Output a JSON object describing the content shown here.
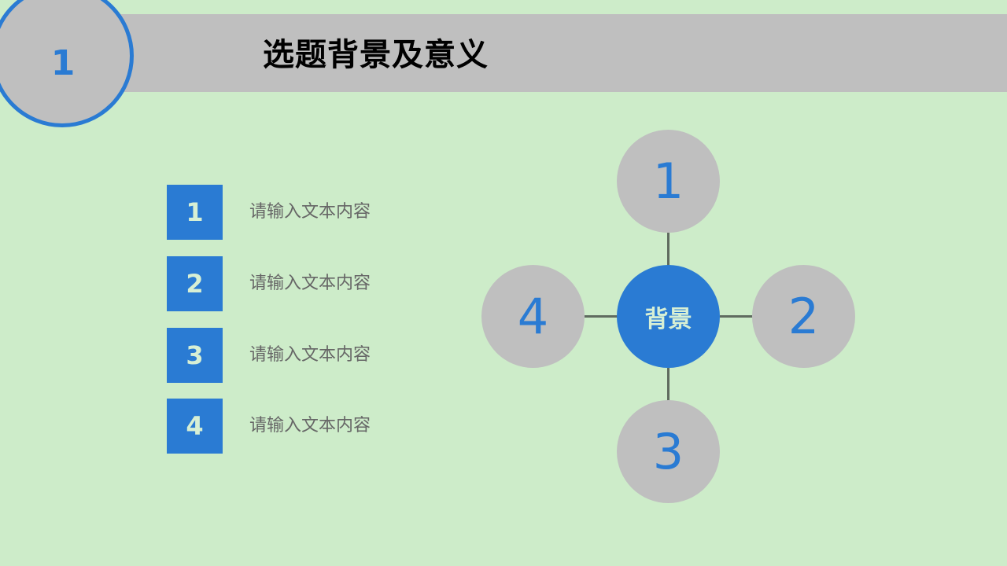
{
  "header": {
    "section_number": "1",
    "title": "选题背景及意义"
  },
  "list": {
    "items": [
      {
        "number": "1",
        "text": "请输入文本内容"
      },
      {
        "number": "2",
        "text": "请输入文本内容"
      },
      {
        "number": "3",
        "text": "请输入文本内容"
      },
      {
        "number": "4",
        "text": "请输入文本内容"
      }
    ]
  },
  "diagram": {
    "center_label": "背景",
    "nodes": [
      {
        "label": "1",
        "position": "top"
      },
      {
        "label": "2",
        "position": "right"
      },
      {
        "label": "3",
        "position": "bottom"
      },
      {
        "label": "4",
        "position": "left"
      }
    ]
  },
  "colors": {
    "background": "#cdecc9",
    "accent_blue": "#2a7bd3",
    "gray": "#bfbfbf",
    "text_gray": "#666666"
  }
}
